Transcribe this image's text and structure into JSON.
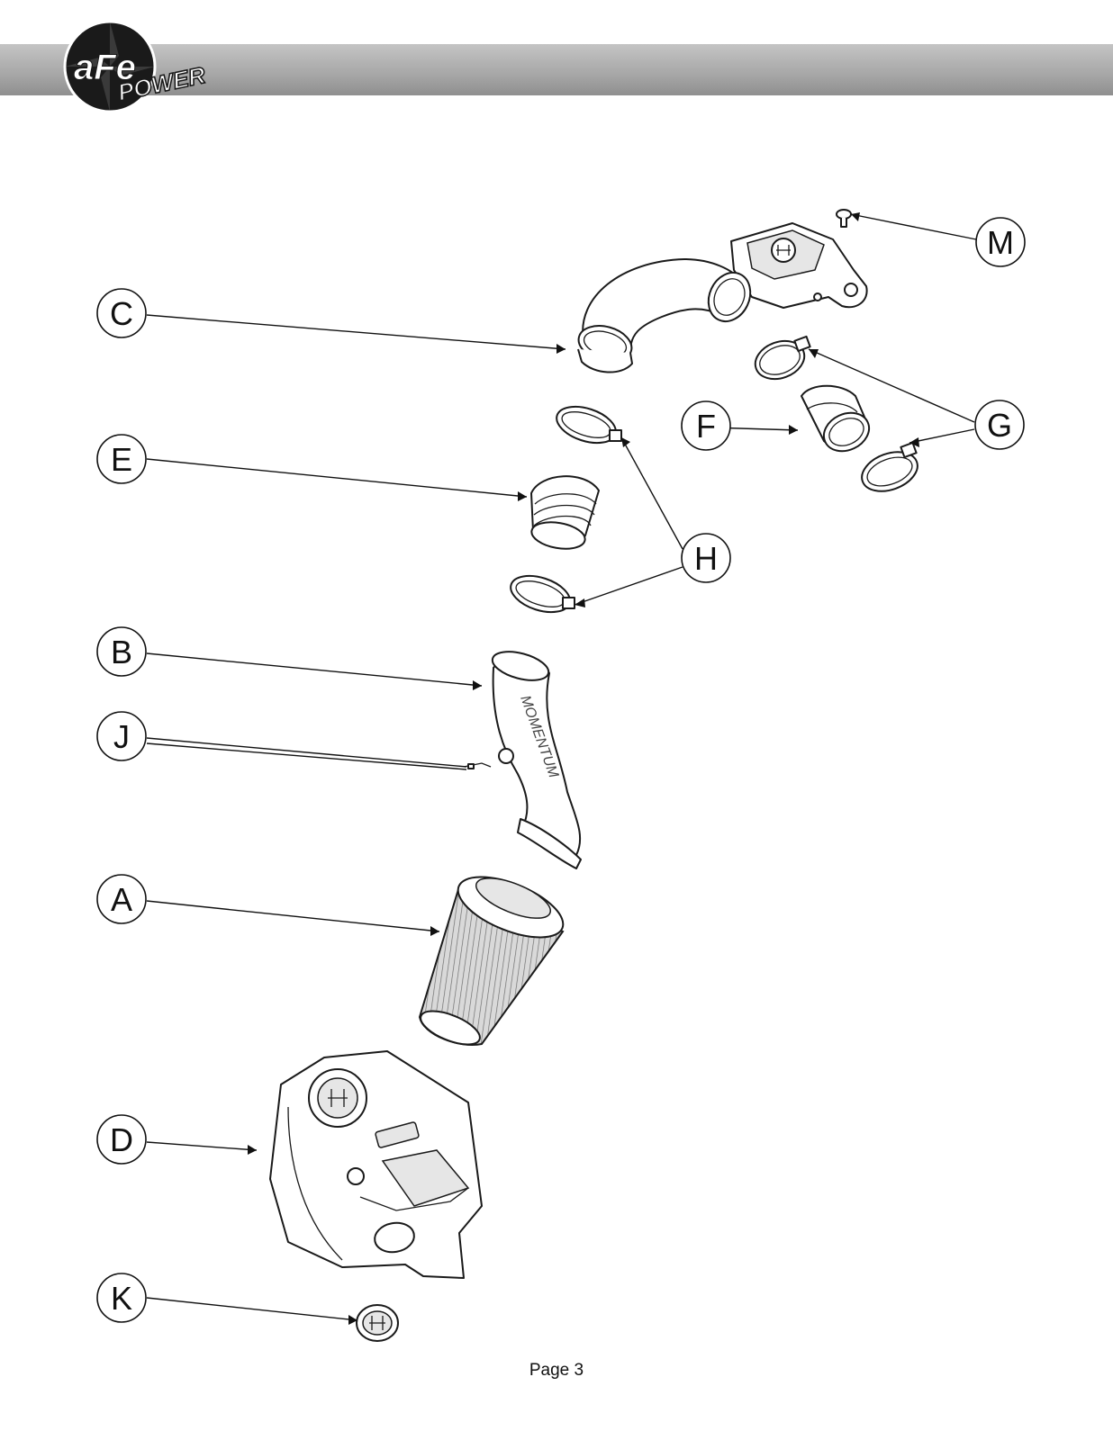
{
  "header": {
    "logo_brand": "aFe",
    "logo_sub": "POWER",
    "bar_color": "#a9a9a9"
  },
  "callouts": [
    {
      "id": "A",
      "label": "A",
      "part": "air-filter"
    },
    {
      "id": "B",
      "label": "B",
      "part": "intake-tube"
    },
    {
      "id": "C",
      "label": "C",
      "part": "intake-elbow-tube"
    },
    {
      "id": "D",
      "label": "D",
      "part": "air-box-housing"
    },
    {
      "id": "E",
      "label": "E",
      "part": "coupler-hose"
    },
    {
      "id": "F",
      "label": "F",
      "part": "coupler"
    },
    {
      "id": "G",
      "label": "G",
      "part": "hose-clamps"
    },
    {
      "id": "H",
      "label": "H",
      "part": "hose-clamps"
    },
    {
      "id": "J",
      "label": "J",
      "part": "zip-tie"
    },
    {
      "id": "K",
      "label": "K",
      "part": "cap"
    },
    {
      "id": "M",
      "label": "M",
      "part": "push-fastener"
    }
  ],
  "footer": {
    "page_label": "Page 3"
  }
}
